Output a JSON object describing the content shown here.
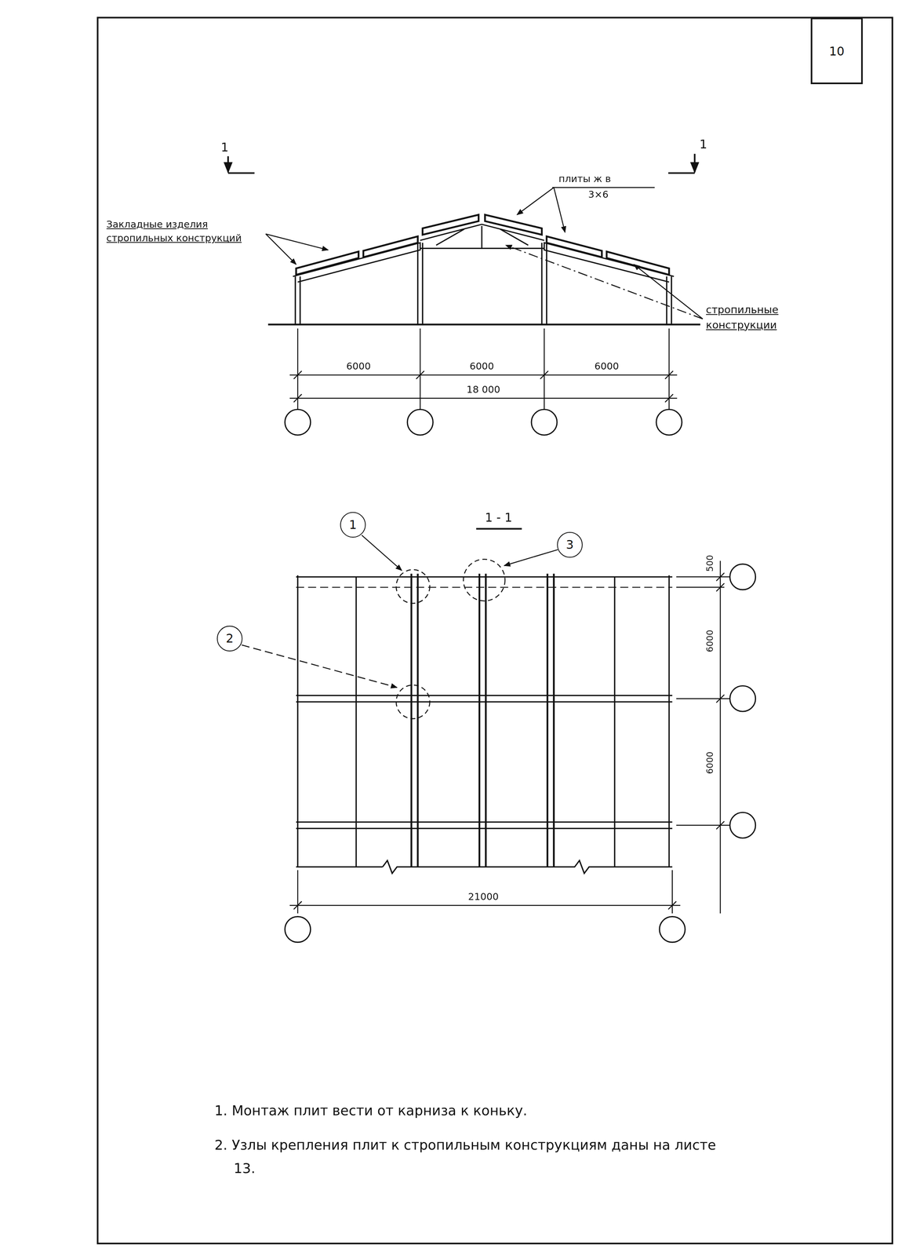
{
  "diagram": {
    "nodes": [
      {
        "text": [
          "10"
        ]
      },
      {
        "text": [
          "1"
        ]
      },
      {
        "text": [
          "3"
        ]
      },
      {
        "text": [
          "2"
        ]
      }
    ],
    "labels": [
      "1",
      "1",
      "плиты ж в",
      "3×6",
      "Закладные изделия стропильных конструкций",
      "стропильные конструкции",
      "6000",
      "6000",
      "6000",
      "18 000",
      "1 - 1",
      "500",
      "6000",
      "6000",
      "21000",
      "1. Монтаж плит вести от карниза к коньку.",
      "2. Узлы крепления плит к стропильным конструкциям даны на листе 13."
    ]
  }
}
